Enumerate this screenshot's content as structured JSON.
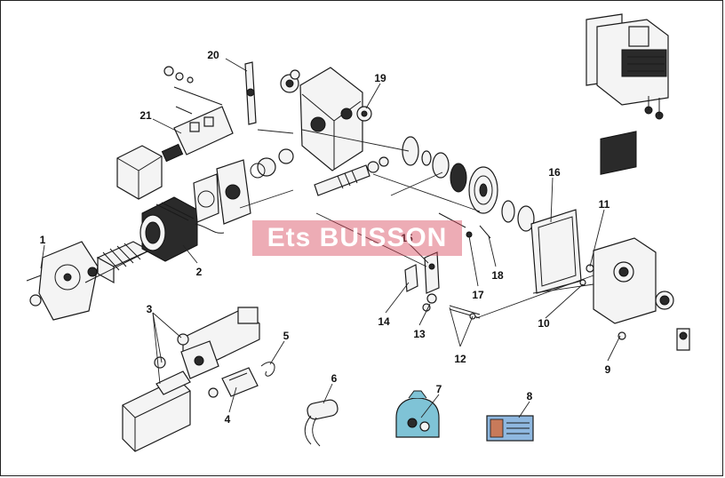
{
  "watermark": {
    "text": "Ets BUISSON"
  },
  "callouts": {
    "c1": "1",
    "c2": "2",
    "c3": "3",
    "c4": "4",
    "c5": "5",
    "c6": "6",
    "c7": "7",
    "c8": "8",
    "c9": "9",
    "c10": "10",
    "c11": "11",
    "c12": "12",
    "c13": "13",
    "c14": "14",
    "c15": "15",
    "c16": "16",
    "c17": "17",
    "c18": "18",
    "c19": "19",
    "c20": "20",
    "c21": "21"
  },
  "colors": {
    "watermark_bg": "#d6485a",
    "bag_fill": "#7fc3d6",
    "pack_fill": "#8fb8e0"
  }
}
